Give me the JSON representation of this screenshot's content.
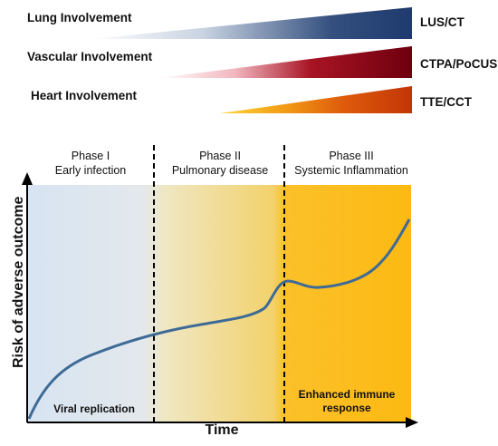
{
  "involvements": [
    {
      "label": "Lung Involvement",
      "method": "LUS/CT",
      "color_start": "#ffffff",
      "color_end": "#1e3a6e"
    },
    {
      "label": "Vascular Involvement",
      "method": "CTPA/PoCUS",
      "color_start": "#fbd3da",
      "color_end": "#7a0010"
    },
    {
      "label": "Heart Involvement",
      "method": "TTE/CCT",
      "color_start": "#f7c21a",
      "color_end": "#c43a07"
    }
  ],
  "phases": [
    {
      "title": "Phase I",
      "subtitle": "Early infection"
    },
    {
      "title": "Phase II",
      "subtitle": "Pulmonary disease"
    },
    {
      "title": "Phase III",
      "subtitle": "Systemic Inflammation"
    }
  ],
  "axes": {
    "x_label": "Time",
    "y_label": "Risk of adverse outcome"
  },
  "annotations": {
    "viral": "Viral replication",
    "immune_line1": "Enhanced immune",
    "immune_line2": "response"
  },
  "colors": {
    "phase1_bg": "#dbe7f3",
    "phase2_bg": "#eedd9a",
    "phase3_bg": "#fdbb12",
    "curve": "#3d6a96"
  }
}
